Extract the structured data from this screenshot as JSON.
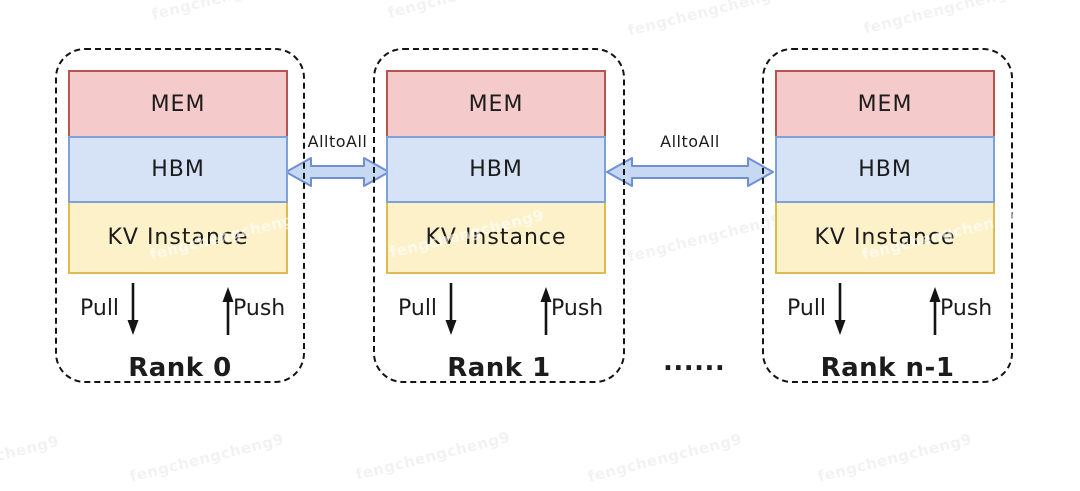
{
  "diagram": {
    "watermark_text": "fengchengcheng9",
    "ellipsis": "......",
    "colors": {
      "mem_fill": "#f4cbca",
      "mem_border": "#b5554f",
      "hbm_fill": "#d6e2f5",
      "hbm_border": "#7da1d8",
      "kv_fill": "#fdf1ca",
      "kv_border": "#dfbc52",
      "arrow_fill": "#c7d8f3",
      "arrow_border": "#6e8fd2",
      "text": "#1c1c1c"
    },
    "connections": [
      {
        "label": "AlltoAll"
      },
      {
        "label": "AlltoAll"
      }
    ],
    "ranks": [
      {
        "label": "Rank 0",
        "blocks": [
          "MEM",
          "HBM",
          "KV Instance"
        ],
        "pull_label": "Pull",
        "push_label": "Push"
      },
      {
        "label": "Rank 1",
        "blocks": [
          "MEM",
          "HBM",
          "KV Instance"
        ],
        "pull_label": "Pull",
        "push_label": "Push"
      },
      {
        "label": "Rank n-1",
        "blocks": [
          "MEM",
          "HBM",
          "KV Instance"
        ],
        "pull_label": "Pull",
        "push_label": "Push"
      }
    ]
  }
}
